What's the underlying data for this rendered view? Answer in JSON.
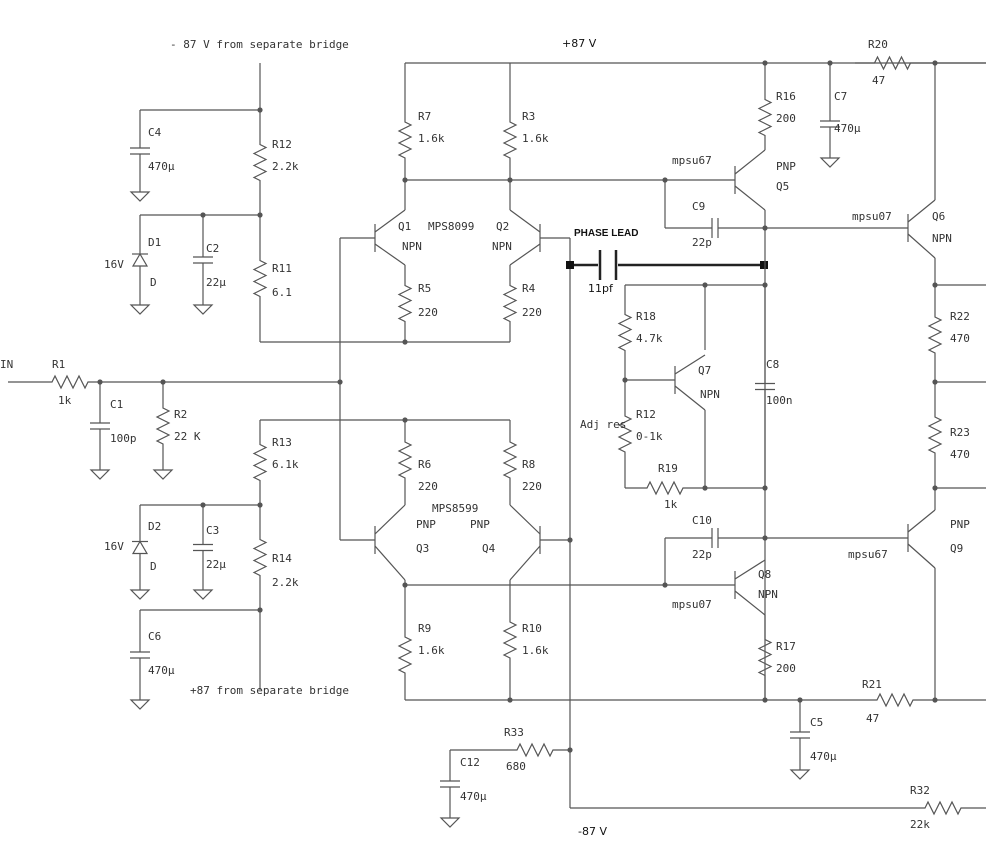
{
  "rails": {
    "top": "+87 V",
    "bottom": "-87 V",
    "neg_bridge": "- 87 V from separate bridge",
    "pos_bridge": "+87 from separate bridge"
  },
  "input": {
    "label": "IN"
  },
  "phase_lead": {
    "title": "PHASE LEAD",
    "value": "11pf"
  },
  "labels": {
    "R1": [
      "R1",
      "1k"
    ],
    "R2": [
      "R2",
      "22 K"
    ],
    "C1": [
      "C1",
      "100p"
    ],
    "C4": [
      "C4",
      "470µ"
    ],
    "R12a": [
      "R12",
      "2.2k"
    ],
    "D1": [
      "D1",
      "16V",
      "D"
    ],
    "C2": [
      "C2",
      "22µ"
    ],
    "R11": [
      "R11",
      "6.1"
    ],
    "R13": [
      "R13",
      "6.1k"
    ],
    "D2": [
      "D2",
      "16V",
      "D"
    ],
    "C3": [
      "C3",
      "22µ"
    ],
    "R14": [
      "R14",
      "2.2k"
    ],
    "C6": [
      "C6",
      "470µ"
    ],
    "R7": [
      "R7",
      "1.6k"
    ],
    "R3": [
      "R3",
      "1.6k"
    ],
    "Q1": [
      "Q1",
      "NPN"
    ],
    "Q2": [
      "Q2",
      "NPN"
    ],
    "mpn": "MPS8099",
    "mpp": "MPS8599",
    "R5": [
      "R5",
      "220"
    ],
    "R4": [
      "R4",
      "220"
    ],
    "R6": [
      "R6",
      "220"
    ],
    "R8": [
      "R8",
      "220"
    ],
    "Q3": [
      "Q3",
      "PNP"
    ],
    "Q4": [
      "Q4",
      "PNP"
    ],
    "R9": [
      "R9",
      "1.6k"
    ],
    "R10": [
      "R10",
      "1.6k"
    ],
    "R16": [
      "R16",
      "200"
    ],
    "C7": [
      "C7",
      "470µ"
    ],
    "R20": [
      "R20",
      "47"
    ],
    "Q5": [
      "Q5",
      "PNP",
      "mpsu67"
    ],
    "C9": [
      "C9",
      "22p"
    ],
    "Q6": [
      "Q6",
      "NPN",
      "mpsu07"
    ],
    "R18": [
      "R18",
      "4.7k"
    ],
    "Q7": [
      "Q7",
      "NPN"
    ],
    "R12b": [
      "R12",
      "0-1k"
    ],
    "adj": "Adj res",
    "R19": [
      "R19",
      "1k"
    ],
    "C8": [
      "C8",
      "100n"
    ],
    "C10": [
      "C10",
      "22p"
    ],
    "Q8": [
      "Q8",
      "NPN",
      "mpsu07"
    ],
    "R17": [
      "R17",
      "200"
    ],
    "R22": [
      "R22",
      "470"
    ],
    "R23": [
      "R23",
      "470"
    ],
    "Q9": [
      "Q9",
      "PNP",
      "mpsu67"
    ],
    "R21": [
      "R21",
      "47"
    ],
    "C5": [
      "C5",
      "470µ"
    ],
    "R33": [
      "R33",
      "680"
    ],
    "C12": [
      "C12",
      "470µ"
    ],
    "R32": [
      "R32",
      "22k"
    ]
  }
}
